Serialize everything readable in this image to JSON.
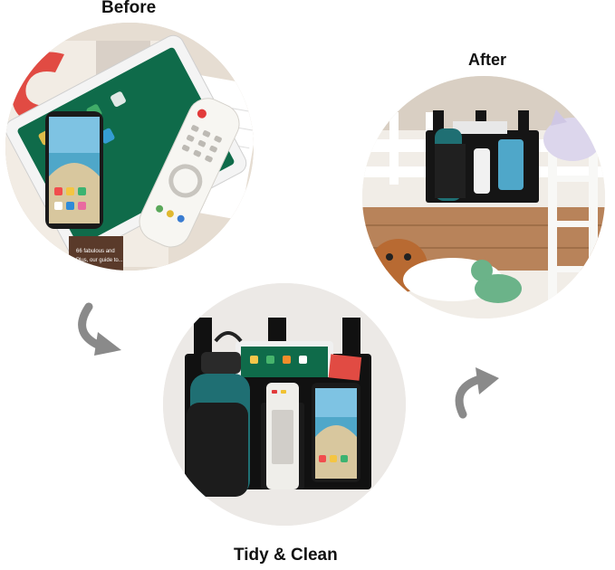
{
  "captions": {
    "before": "Before",
    "after": "After",
    "tidy": "Tidy & Clean"
  },
  "magazine_text": {
    "line1": "66 fabulous and",
    "line2": "Plus, our guide to..."
  },
  "colors": {
    "bottle": "#1f6f73",
    "organizer": "#111111",
    "tablet_screen": "#0f6b4a",
    "phone_sea": "#4fa7c9",
    "arrow": "#8a8a8a"
  },
  "icons": [
    "curved-arrow-icon",
    "app-icon"
  ]
}
